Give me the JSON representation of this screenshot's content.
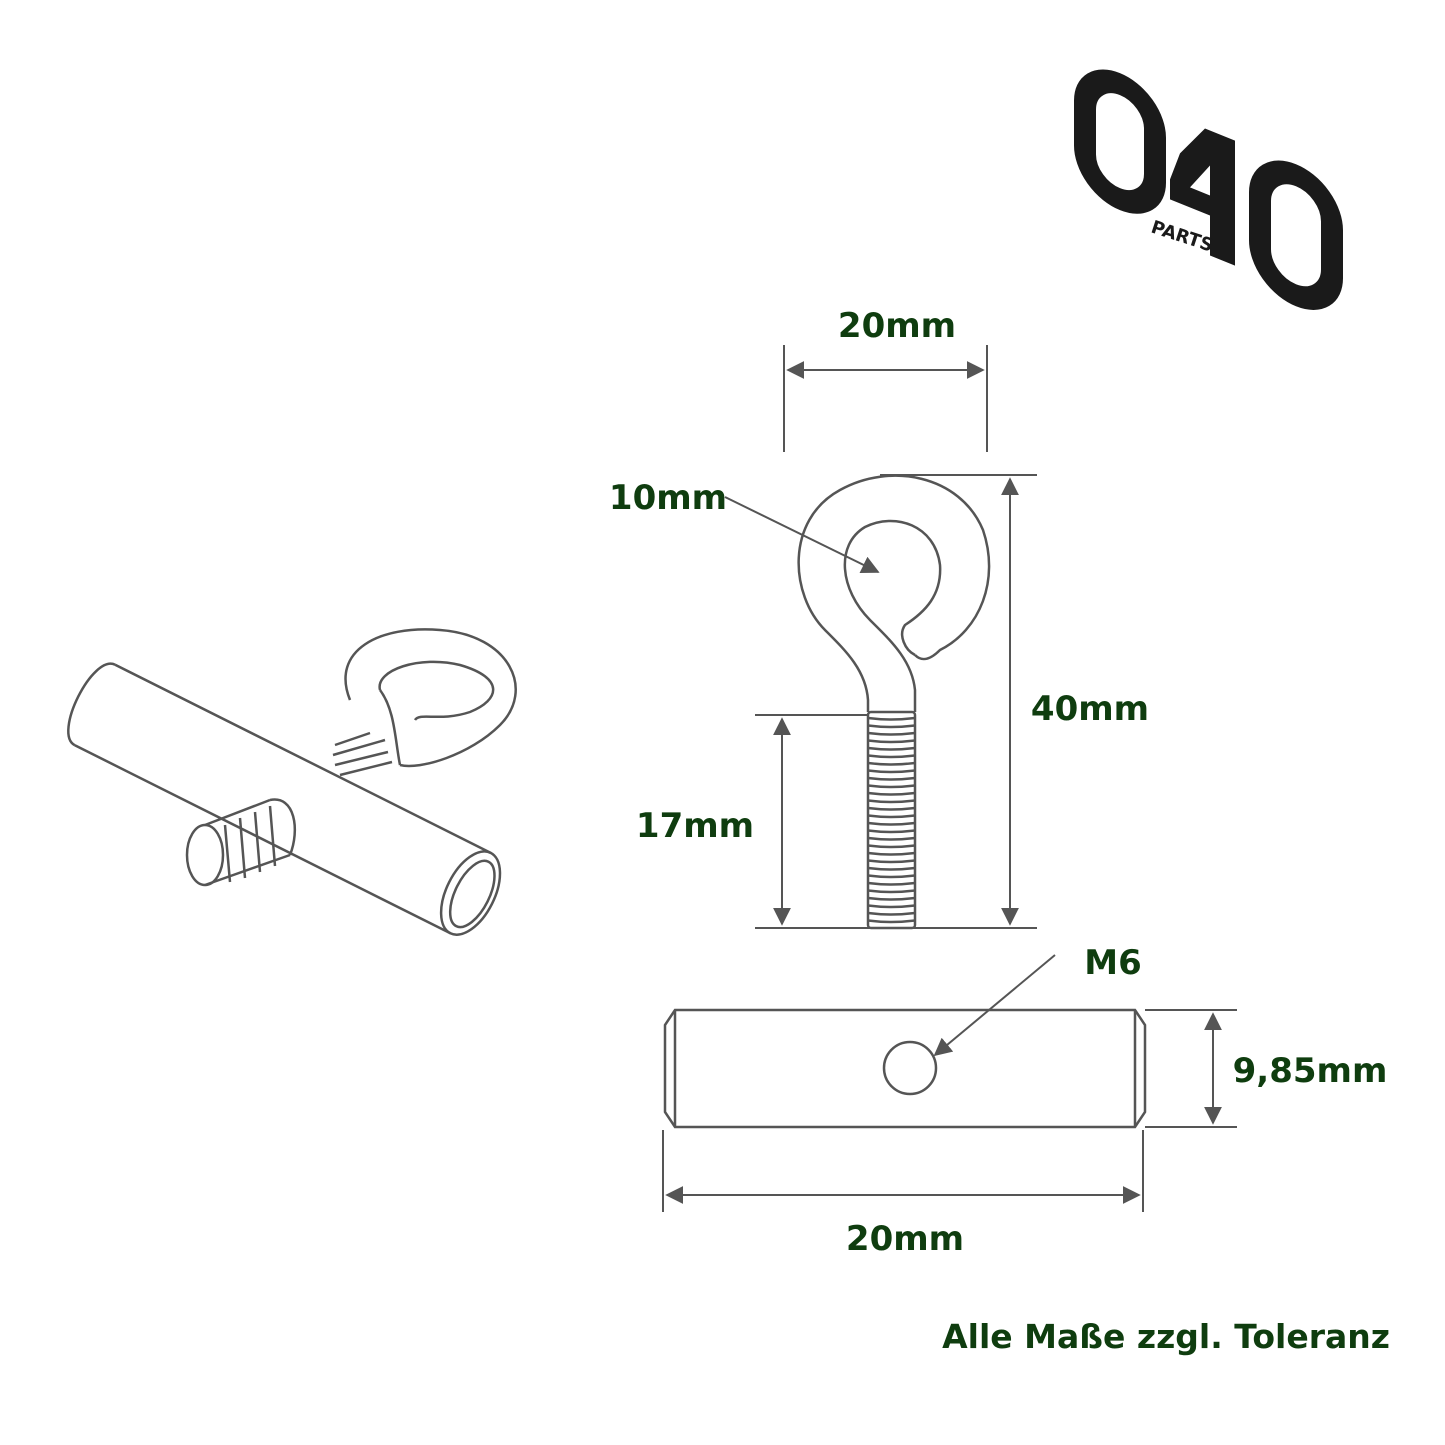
{
  "logo": {
    "text": "040",
    "subtext": "PARTS"
  },
  "colors": {
    "label": "#0f3d0f",
    "line": "#555555",
    "logo": "#1a1a1a",
    "background": "#ffffff"
  },
  "dimensions": {
    "eye_width": "20mm",
    "eye_inner": "10mm",
    "total_length": "40mm",
    "thread_length": "17mm",
    "thread_size": "M6",
    "pin_diameter": "9,85mm",
    "pin_length": "20mm"
  },
  "footer": {
    "note": "Alle Maße zzgl. Toleranz"
  }
}
